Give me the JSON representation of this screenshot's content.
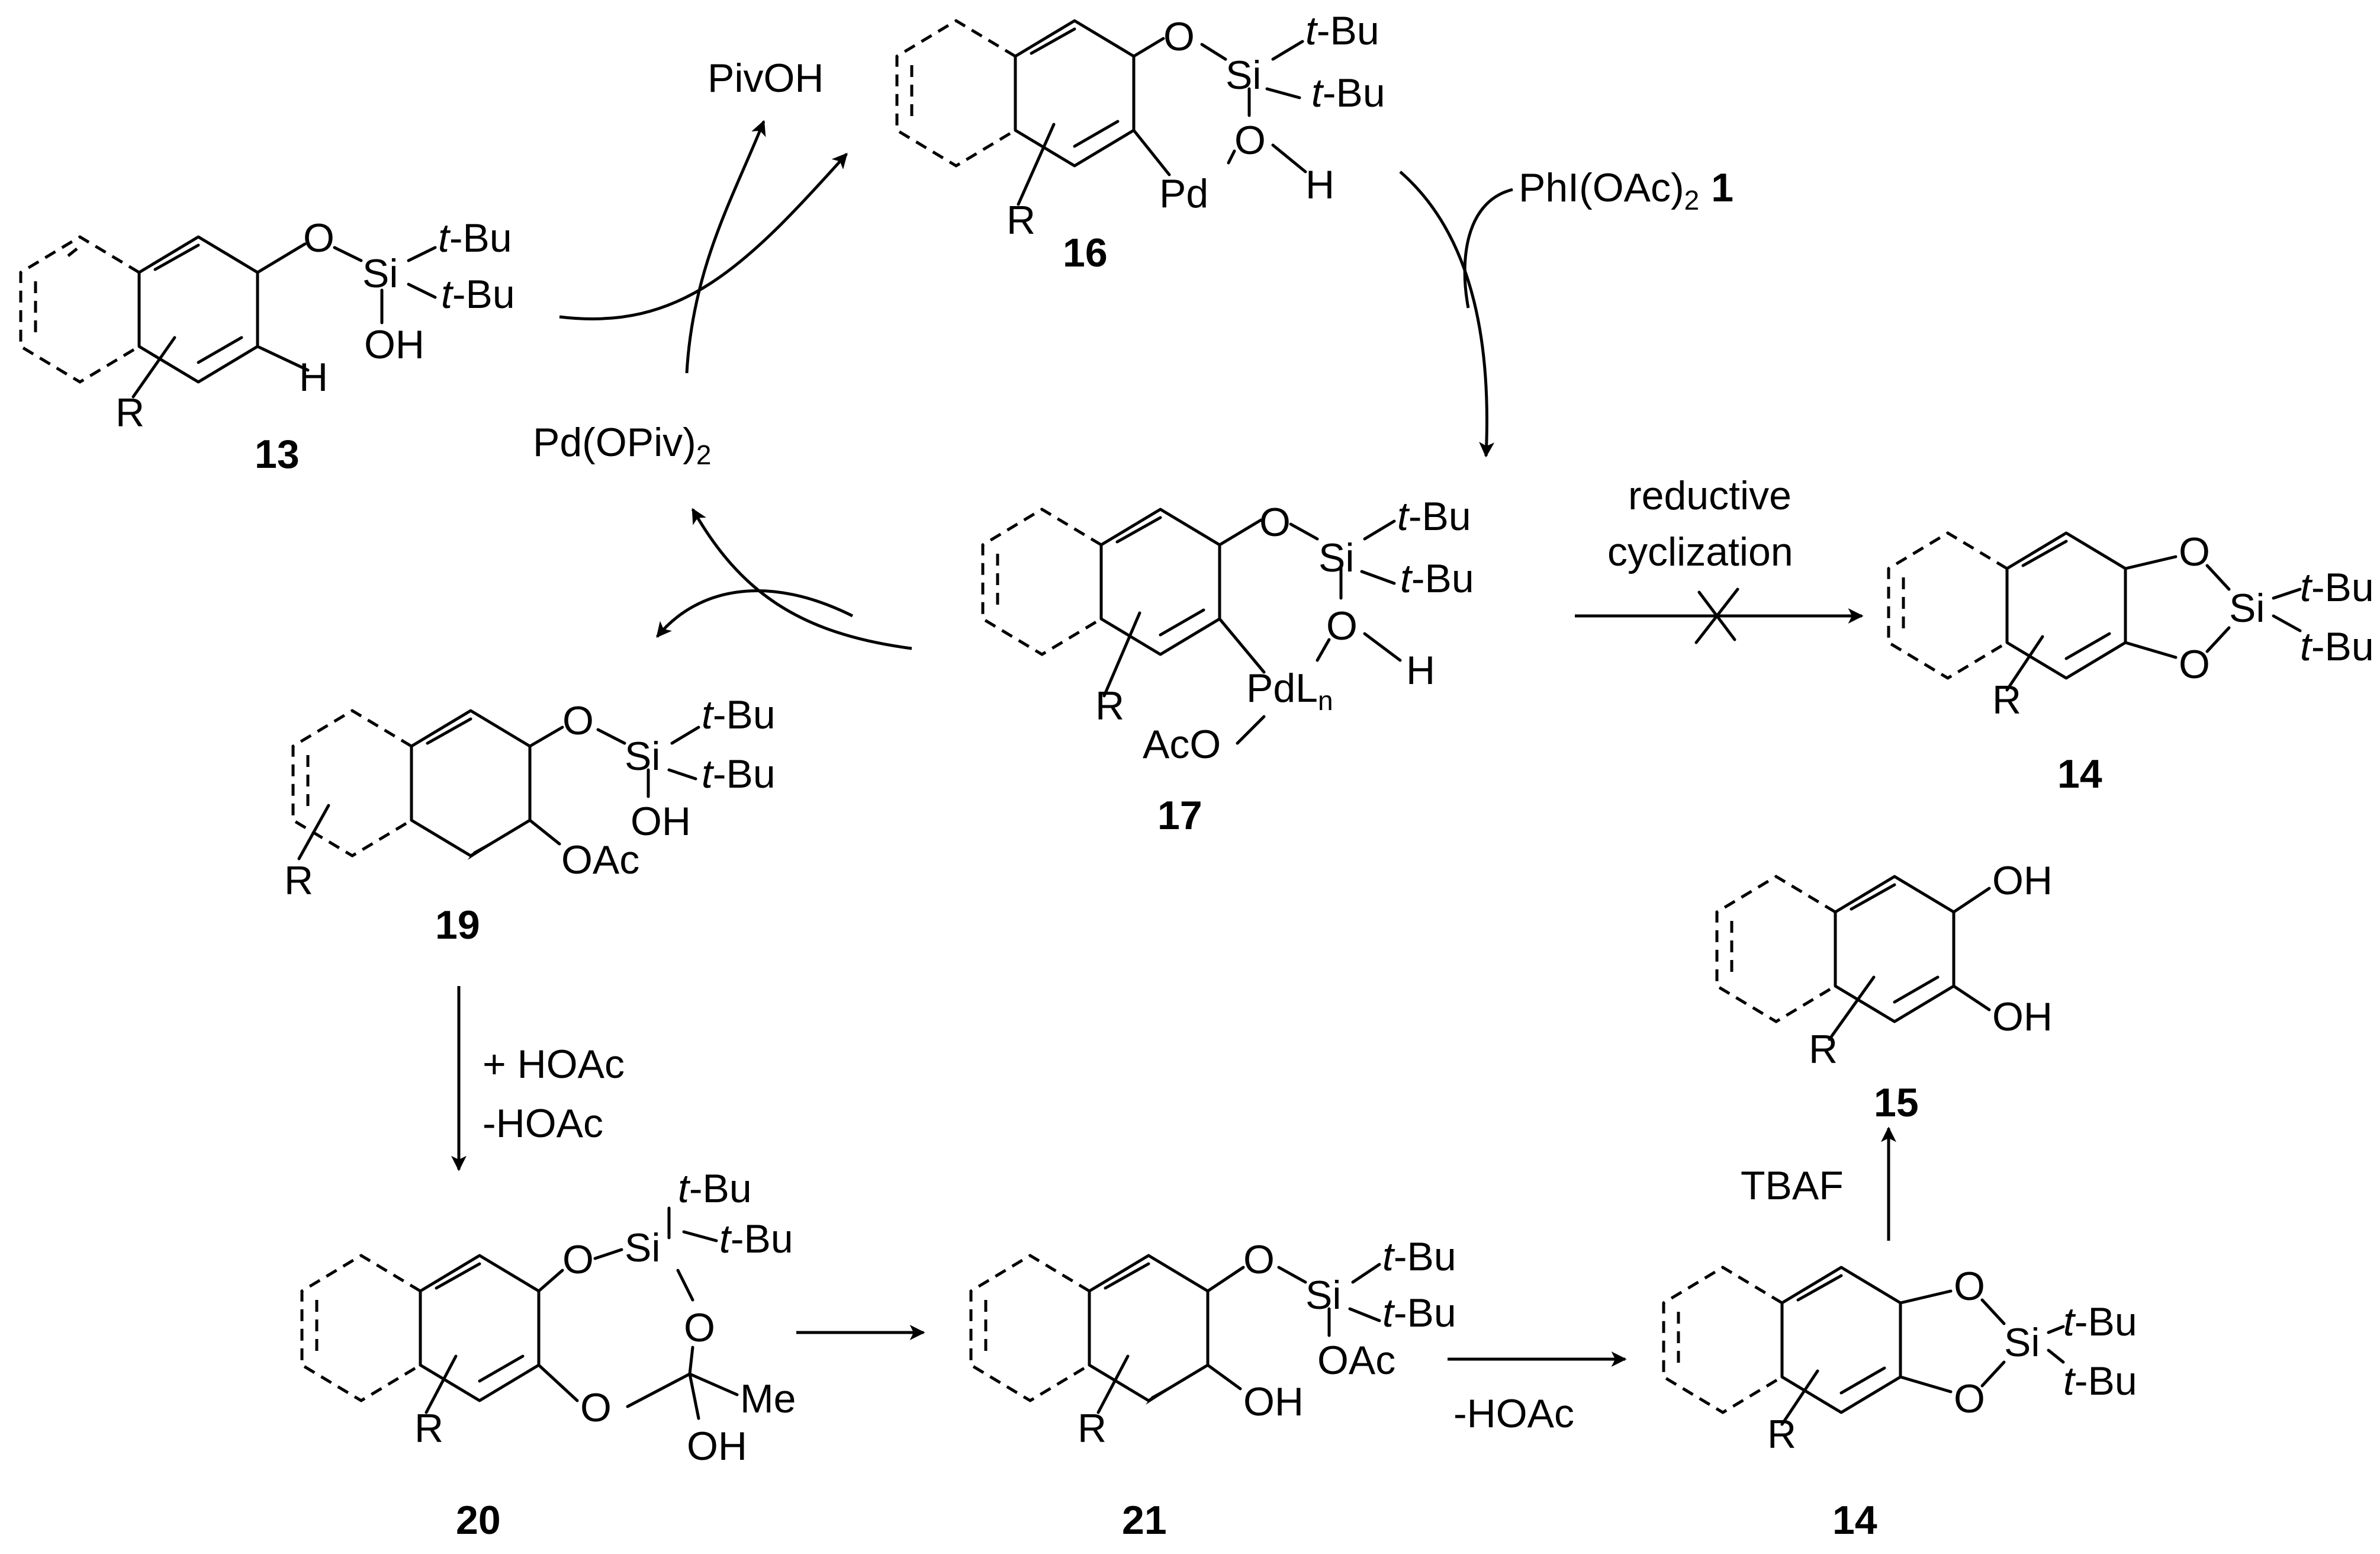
{
  "compounds": {
    "c13": {
      "number": "13",
      "labels": {
        "O": "O",
        "Si": "Si",
        "tBu1_t": "t",
        "tBu1_rest": "-Bu",
        "tBu2_t": "t",
        "tBu2_rest": "-Bu",
        "OH": "OH",
        "H": "H",
        "R": "R"
      }
    },
    "c16": {
      "number": "16",
      "labels": {
        "O1": "O",
        "Si": "Si",
        "tBu1_t": "t",
        "tBu1_rest": "-Bu",
        "tBu2_t": "t",
        "tBu2_rest": "-Bu",
        "O2": "O",
        "H": "H",
        "Pd": "Pd",
        "R": "R"
      }
    },
    "c17": {
      "number": "17",
      "labels": {
        "O1": "O",
        "Si": "Si",
        "tBu1_t": "t",
        "tBu1_rest": "-Bu",
        "tBu2_t": "t",
        "tBu2_rest": "-Bu",
        "O2": "O",
        "H": "H",
        "PdL": "PdL",
        "n": "n",
        "AcO": "AcO",
        "R": "R"
      }
    },
    "c14_top": {
      "number": "14",
      "labels": {
        "O1": "O",
        "O2": "O",
        "Si": "Si",
        "tBu1_t": "t",
        "tBu1_rest": "-Bu",
        "tBu2_t": "t",
        "tBu2_rest": "-Bu",
        "R": "R"
      }
    },
    "c19": {
      "number": "19",
      "labels": {
        "O": "O",
        "Si": "Si",
        "tBu1_t": "t",
        "tBu1_rest": "-Bu",
        "tBu2_t": "t",
        "tBu2_rest": "-Bu",
        "OH": "OH",
        "OAc": "OAc",
        "R": "R"
      }
    },
    "c15": {
      "number": "15",
      "labels": {
        "OH1": "OH",
        "OH2": "OH",
        "R": "R"
      }
    },
    "c20": {
      "number": "20",
      "labels": {
        "O1": "O",
        "Si": "Si",
        "tBu1_t": "t",
        "tBu1_rest": "-Bu",
        "tBu2_t": "t",
        "tBu2_rest": "-Bu",
        "O2": "O",
        "O3": "O",
        "Me": "Me",
        "OH": "OH",
        "R": "R"
      }
    },
    "c21": {
      "number": "21",
      "labels": {
        "O": "O",
        "Si": "Si",
        "tBu1_t": "t",
        "tBu1_rest": "-Bu",
        "tBu2_t": "t",
        "tBu2_rest": "-Bu",
        "OAc": "OAc",
        "OH": "OH",
        "R": "R"
      }
    },
    "c14_bottom": {
      "number": "14",
      "labels": {
        "O1": "O",
        "O2": "O",
        "Si": "Si",
        "tBu1_t": "t",
        "tBu1_rest": "-Bu",
        "tBu2_t": "t",
        "tBu2_rest": "-Bu",
        "R": "R"
      }
    }
  },
  "reagents": {
    "pivoh": "PivOH",
    "pd_catalyst_main": "Pd(OPiv)",
    "pd_catalyst_sub": "2",
    "phi_main": "PhI(OAc)",
    "phi_sub": "2",
    "phi_num": "1",
    "reductive_line1": "reductive",
    "reductive_line2": "cyclization",
    "hoac_plus": "+ HOAc",
    "hoac_minus": "-HOAc",
    "hoac_elim": "-HOAc",
    "tbaf": "TBAF"
  }
}
